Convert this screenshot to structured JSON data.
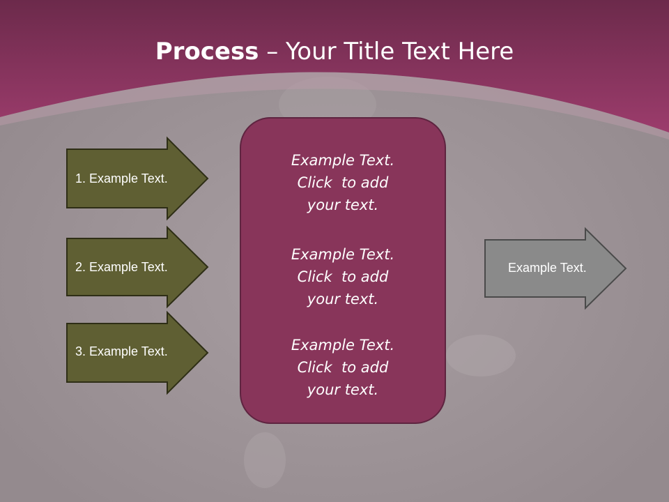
{
  "slide": {
    "title_bold": "Process",
    "title_rest": " – Your Title Text Here"
  },
  "colors": {
    "header": "#8e3462",
    "background": "#9e9497",
    "left_arrow_fill": "#5f5f33",
    "center_box_fill": "#88355a",
    "right_arrow_fill": "#8a8a8a"
  },
  "left_arrows": [
    {
      "label": "1. Example Text."
    },
    {
      "label": "2. Example Text."
    },
    {
      "label": "3. Example Text."
    }
  ],
  "center_items": [
    {
      "line1": "Example Text.",
      "line2": "Click  to add",
      "line3": "your text."
    },
    {
      "line1": "Example Text.",
      "line2": "Click  to add",
      "line3": "your text."
    },
    {
      "line1": "Example Text.",
      "line2": "Click  to add",
      "line3": "your text."
    }
  ],
  "right_arrow": {
    "label": "Example Text."
  }
}
